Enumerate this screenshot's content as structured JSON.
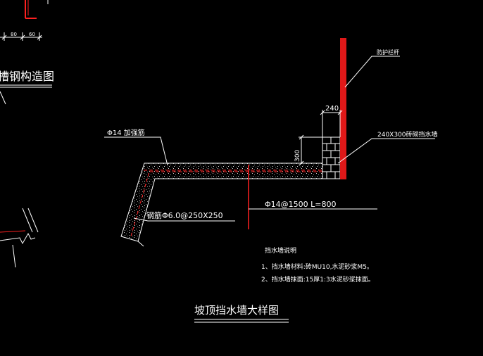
{
  "colors": {
    "background": "#000000",
    "line": "#ffffff",
    "accent_red": "#ff2020",
    "bar_red": "#e01818"
  },
  "dims_top_left": [
    "80",
    "60"
  ],
  "title_top_left": "槽钢构造图",
  "labels": {
    "guardrail": "防护栏杆",
    "dim_240": "240",
    "brick_wall": "240X300砖砌挡水墙",
    "dim_300": "300",
    "rebar_top": "Φ14 加强筋",
    "rebar_anchor": "Φ14@1500 L=800",
    "mesh": "钢筋Φ6.0@250X250"
  },
  "notes": {
    "heading": "挡水墙说明",
    "items": [
      "1、挡水墙材料:砖MU10,水泥砂浆M5。",
      "2、挡水墙抹面:15厚1:3水泥砂浆抹面。"
    ]
  },
  "main_title": "坡顶挡水墙大样图"
}
